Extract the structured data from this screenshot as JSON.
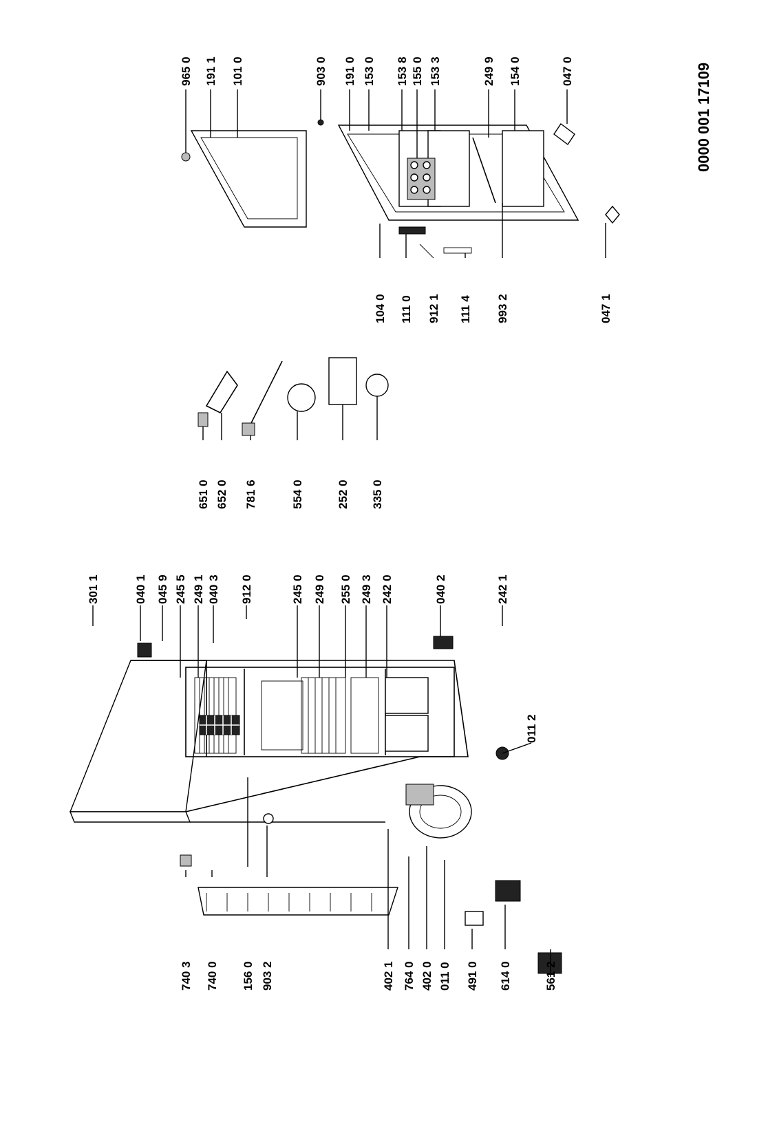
{
  "doc_code": "0000 001 17109",
  "labels": {
    "c1": [
      "740 3",
      "740 0",
      "156 0",
      "903 2",
      "402 1",
      "764 0",
      "402 0",
      "011 0",
      "491 0",
      "614 0",
      "561 2"
    ],
    "c2": [
      "301 1",
      "040 1",
      "045 9",
      "245 5",
      "249 1",
      "040 3",
      "912 0",
      "245 0",
      "249 0",
      "255 0",
      "249 3",
      "242 0",
      "040 2",
      "242 1"
    ],
    "c3": [
      "011 2"
    ],
    "c4": [
      "651 0",
      "652 0",
      "781 6",
      "554 0",
      "252 0",
      "335 0"
    ],
    "c5": [
      "104 0",
      "111 0",
      "912 1",
      "111 4",
      "993 2",
      "047 1"
    ],
    "c6": [
      "965 0",
      "191 1",
      "101 0",
      "903 0",
      "191 0",
      "153 0",
      "153 8",
      "155 0",
      "153 3",
      "249 9",
      "154 0",
      "047 0"
    ]
  }
}
